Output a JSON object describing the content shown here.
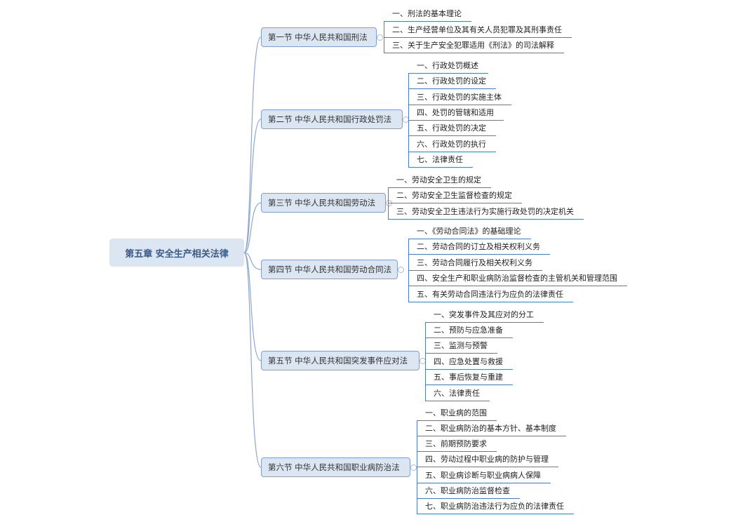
{
  "root": {
    "label": "第五章 安全生产相关法律"
  },
  "sections": [
    {
      "label": "第一节 中华人民共和国刑法",
      "items": [
        "一、刑法的基本理论",
        "二、生产经营单位及其有关人员犯罪及其刑事责任",
        "三、关于生产安全犯罪适用《刑法》的司法解释"
      ]
    },
    {
      "label": "第二节 中华人民共和国行政处罚法",
      "items": [
        "一、行政处罚概述",
        "二、行政处罚的设定",
        "三、行政处罚的实施主体",
        "四、处罚的管辖和适用",
        "五、行政处罚的决定",
        "六、行政处罚的执行",
        "七、法律责任"
      ]
    },
    {
      "label": "第三节 中华人民共和国劳动法",
      "items": [
        "一、劳动安全卫生的规定",
        "二、劳动安全卫生监督检查的规定",
        "三、劳动安全卫生违法行为实施行政处罚的决定机关"
      ]
    },
    {
      "label": "第四节 中华人民共和国劳动合同法",
      "items": [
        "一、《劳动合同法》的基础理论",
        "二、劳动合同的订立及相关权利义务",
        "三、劳动合同履行及相关权利义务",
        "四、安全生产和职业病防治监督检查的主管机关和管理范围",
        "五、有关劳动合同违法行为应负的法律责任"
      ]
    },
    {
      "label": "第五节 中华人民共和国突发事件应对法",
      "items": [
        "一、突发事件及其应对的分工",
        "二、预防与应急准备",
        "三、监测与预警",
        "四、应急处置与救援",
        "五、事后恢复与重建",
        "六、法律责任"
      ]
    },
    {
      "label": "第六节 中华人民共和国职业病防治法",
      "items": [
        "一、职业病的范围",
        "二、职业病防治的基本方针、基本制度",
        "三、前期预防要求",
        "四、劳动过程中职业病的防护与管理",
        "五、职业病诊断与职业病病人保障",
        "六、职业病防治监督检查",
        "七、职业病防治违法行为应负的法律责任"
      ]
    }
  ]
}
